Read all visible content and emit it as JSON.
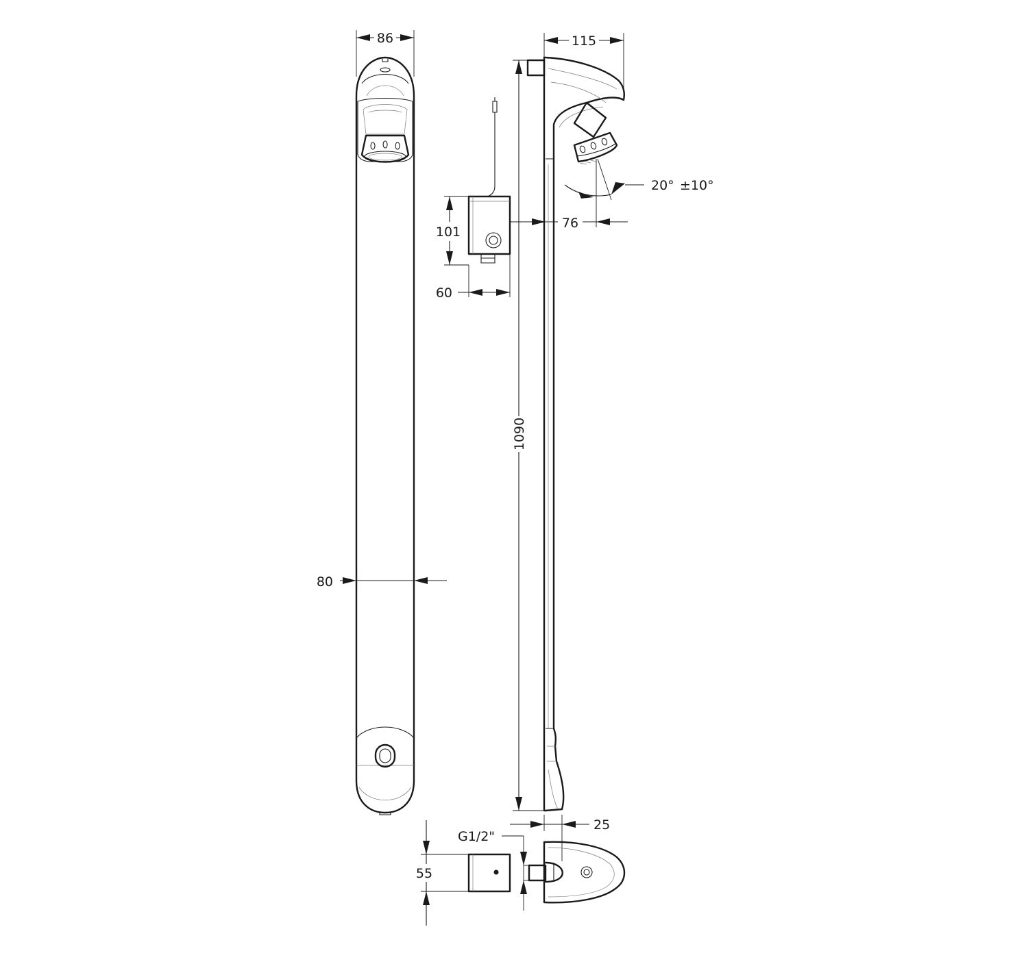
{
  "dimensions": {
    "front_width_top": "86",
    "side_depth_top": "115",
    "angle": "20°",
    "angle_tolerance": "±10°",
    "box_height": "101",
    "box_width": "60",
    "head_offset": "76",
    "overall_height": "1090",
    "panel_width": "80",
    "bottom_offset": "25",
    "thread": "G1/2\"",
    "bottom_depth": "55"
  }
}
